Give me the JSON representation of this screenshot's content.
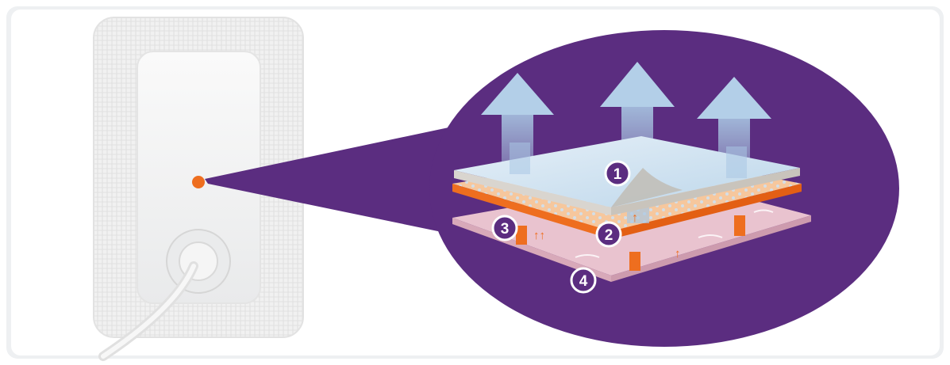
{
  "colors": {
    "background": "#ffffff",
    "frame": "#eef0f2",
    "purple": "#5b2d80",
    "orange": "#ee6e1f",
    "light_blue": "#cfe2f0",
    "pink": "#e9c3cf",
    "white_pad": "#f3f4f5"
  },
  "badges": [
    {
      "label": "1"
    },
    {
      "label": "2"
    },
    {
      "label": "3"
    },
    {
      "label": "4"
    }
  ]
}
